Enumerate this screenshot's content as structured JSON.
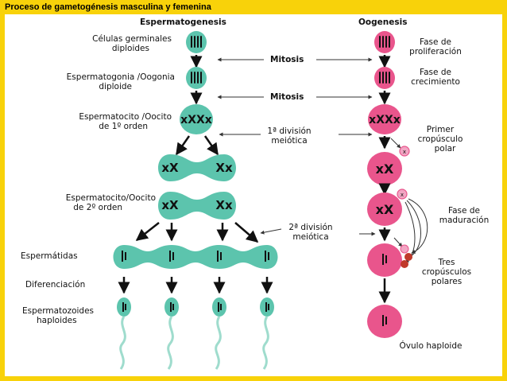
{
  "title": "Proceso de gametogénesis masculina y femenina",
  "headers": {
    "male": "Espermatogenesis",
    "female": "Oogenesis"
  },
  "left_labels": {
    "germinales_1": "Células germinales",
    "germinales_2": "diploides",
    "espermatogonia_1": "Espermatogonia /Oogonia",
    "espermatogonia_2": "diploide",
    "espermatocito1_1": "Espermatocito /Oocito",
    "espermatocito1_2": "de 1º orden",
    "espermatocito2_1": "Espermatocito/Oocito",
    "espermatocito2_2": "de 2º orden",
    "espermatidas": "Espermátidas",
    "diferenciacion": "Diferenciación",
    "espermatozoides_1": "Espermatozoides",
    "espermatozoides_2": "haploides"
  },
  "center_labels": {
    "mitosis_1": "Mitosis",
    "mitosis_2": "Mitosis",
    "meiosis1_1": "1ª división",
    "meiosis1_2": "meiótica",
    "meiosis2_1": "2ª división",
    "meiosis2_2": "meiótica"
  },
  "right_labels": {
    "proliferacion_1": "Fase de",
    "proliferacion_2": "proliferación",
    "crecimiento_1": "Fase de",
    "crecimiento_2": "crecimiento",
    "corpusculo_1": "Primer",
    "corpusculo_2": "cropúsculo",
    "corpusculo_3": "polar",
    "maduracion_1": "Fase de",
    "maduracion_2": "maduración",
    "tres_1": "Tres",
    "tres_2": "cropúsculos",
    "tres_3": "polares",
    "ovulo": "Óvulo haploide"
  },
  "colors": {
    "frame": "#f8d20a",
    "teal": "#5cc4ad",
    "teal_tail": "#9fdccd",
    "pink": "#e9558c",
    "pink_light": "#f2a5c3",
    "polar_dark": "#c0392b",
    "chromosome": "#111111"
  }
}
